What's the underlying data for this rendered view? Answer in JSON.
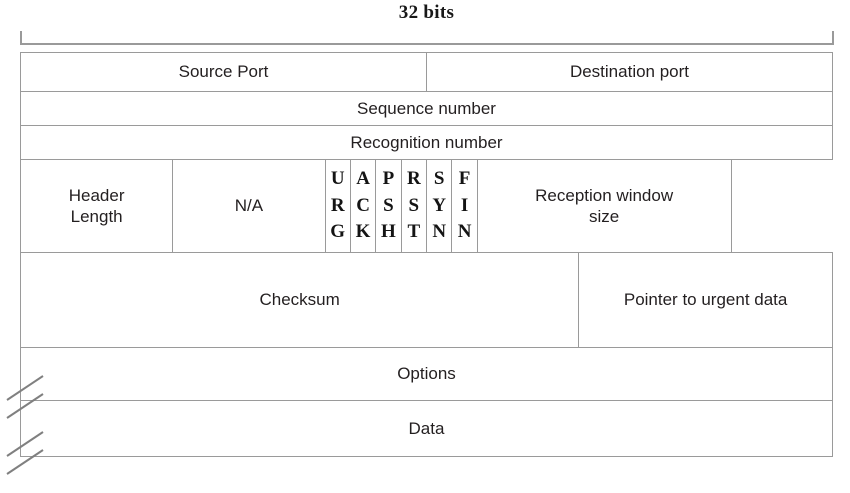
{
  "diagram": {
    "title": "32 bits",
    "scale_bracket": {
      "label": "32 bits",
      "span_bits": 32
    },
    "rows": [
      {
        "name": "ports",
        "cells": [
          {
            "label": "Source Port",
            "bits": 16
          },
          {
            "label": "Destination port",
            "bits": 16
          }
        ]
      },
      {
        "name": "sequence",
        "cells": [
          {
            "label": "Sequence number",
            "bits": 32
          }
        ]
      },
      {
        "name": "acknowledgement",
        "cells": [
          {
            "label": "Recognition number",
            "bits": 32
          }
        ]
      },
      {
        "name": "flags-row",
        "cells": [
          {
            "label": "Header Length",
            "bits": 4
          },
          {
            "label": "N/A",
            "bits": 6
          },
          {
            "label": "URG",
            "bits": 1
          },
          {
            "label": "ACK",
            "bits": 1
          },
          {
            "label": "PSH",
            "bits": 1
          },
          {
            "label": "RST",
            "bits": 1
          },
          {
            "label": "SYN",
            "bits": 1
          },
          {
            "label": "FIN",
            "bits": 1
          },
          {
            "label": "Reception window size",
            "bits": 16
          }
        ]
      },
      {
        "name": "checksum-row",
        "cells": [
          {
            "label": "Checksum",
            "bits": 16
          },
          {
            "label": "Pointer to urgent data",
            "bits": 16
          }
        ]
      },
      {
        "name": "options",
        "cells": [
          {
            "label": "Options",
            "bits": 32
          }
        ]
      },
      {
        "name": "data",
        "cells": [
          {
            "label": "Data",
            "bits": 32
          }
        ]
      }
    ],
    "flags": {
      "urg": {
        "l1": "U",
        "l2": "R",
        "l3": "G"
      },
      "ack": {
        "l1": "A",
        "l2": "C",
        "l3": "K"
      },
      "psh": {
        "l1": "P",
        "l2": "S",
        "l3": "H"
      },
      "rst": {
        "l1": "R",
        "l2": "S",
        "l3": "T"
      },
      "syn": {
        "l1": "S",
        "l2": "Y",
        "l3": "N"
      },
      "fin": {
        "l1": "F",
        "l2": "I",
        "l3": "N"
      }
    },
    "labels": {
      "source_port": "Source Port",
      "destination_port": "Destination port",
      "sequence_number": "Sequence number",
      "recognition_number": "Recognition number",
      "header_length_l1": "Header",
      "header_length_l2": "Length",
      "na": "N/A",
      "reception_window_l1": "Reception window",
      "reception_window_l2": "size",
      "checksum": "Checksum",
      "urgent_pointer": "Pointer to urgent data",
      "options": "Options",
      "data": "Data"
    },
    "colors": {
      "border": "#9a9a9a",
      "text": "#231f20",
      "title_text": "#181818",
      "background": "#ffffff"
    }
  }
}
